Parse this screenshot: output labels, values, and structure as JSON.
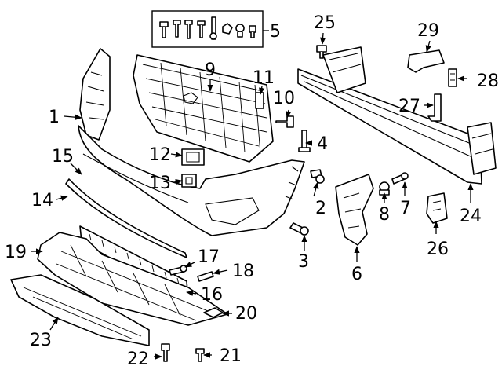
{
  "diagram": {
    "labels": {
      "p1": "1",
      "p2": "2",
      "p3": "3",
      "p4": "4",
      "p5": "5",
      "p6": "6",
      "p7": "7",
      "p8": "8",
      "p9": "9",
      "p10": "10",
      "p11": "11",
      "p12": "12",
      "p13": "13",
      "p14": "14",
      "p15": "15",
      "p16": "16",
      "p17": "17",
      "p18": "18",
      "p19": "19",
      "p20": "20",
      "p21": "21",
      "p22": "22",
      "p23": "23",
      "p24": "24",
      "p25": "25",
      "p26": "26",
      "p27": "27",
      "p28": "28",
      "p29": "29"
    }
  }
}
